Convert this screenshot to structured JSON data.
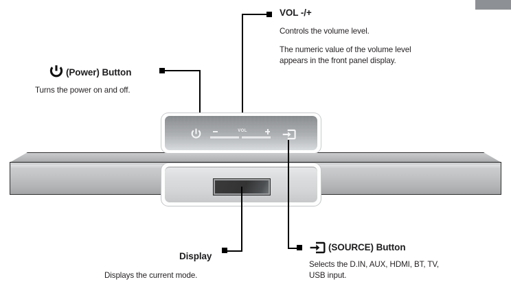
{
  "diagram": {
    "device": "soundbar-front-panel",
    "corner_tab_color": "#8d9094",
    "panel_controls": {
      "power_icon": "power-icon",
      "vol_label": "VOL",
      "vol_minus": "−",
      "vol_plus": "+",
      "source_icon": "source-input-icon"
    },
    "display_module": {
      "window_label": ""
    }
  },
  "callouts": {
    "power": {
      "icon": "power-icon",
      "title": "(Power) Button",
      "body": [
        "Turns the power on and off."
      ]
    },
    "volume": {
      "title": "VOL -/+",
      "body": [
        "Controls the volume level.",
        "The numeric value of the volume level",
        "appears in the front panel display."
      ]
    },
    "source": {
      "icon": "source-input-icon",
      "title": "(SOURCE) Button",
      "body": [
        "Selects the D.IN, AUX, HDMI, BT, TV,",
        "USB input."
      ]
    },
    "display": {
      "title": "Display",
      "body": [
        "Displays the current mode."
      ]
    }
  }
}
